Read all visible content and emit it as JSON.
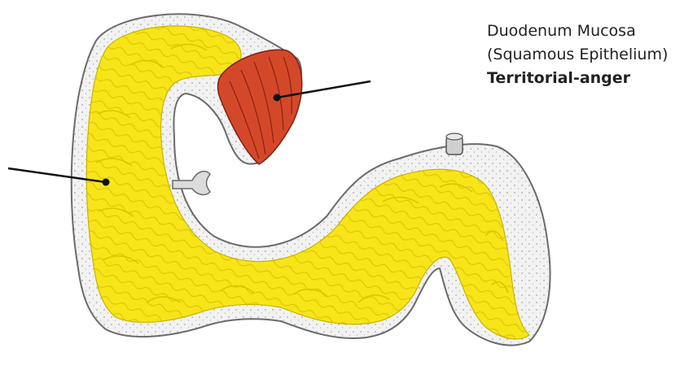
{
  "diagram": {
    "label": {
      "line1": "Duodenum Mucosa",
      "line2": "(Squamous Epithelium)",
      "line3": "Territorial-anger"
    },
    "colors": {
      "mucosa": "#f7e51a",
      "mucosa_fold": "#d9c400",
      "epithelium": "#d4482a",
      "epithelium_fold": "#8f2410",
      "wall": "#f2f2f2",
      "wall_outline": "#6b6b6b",
      "leader_line": "#111111"
    }
  }
}
